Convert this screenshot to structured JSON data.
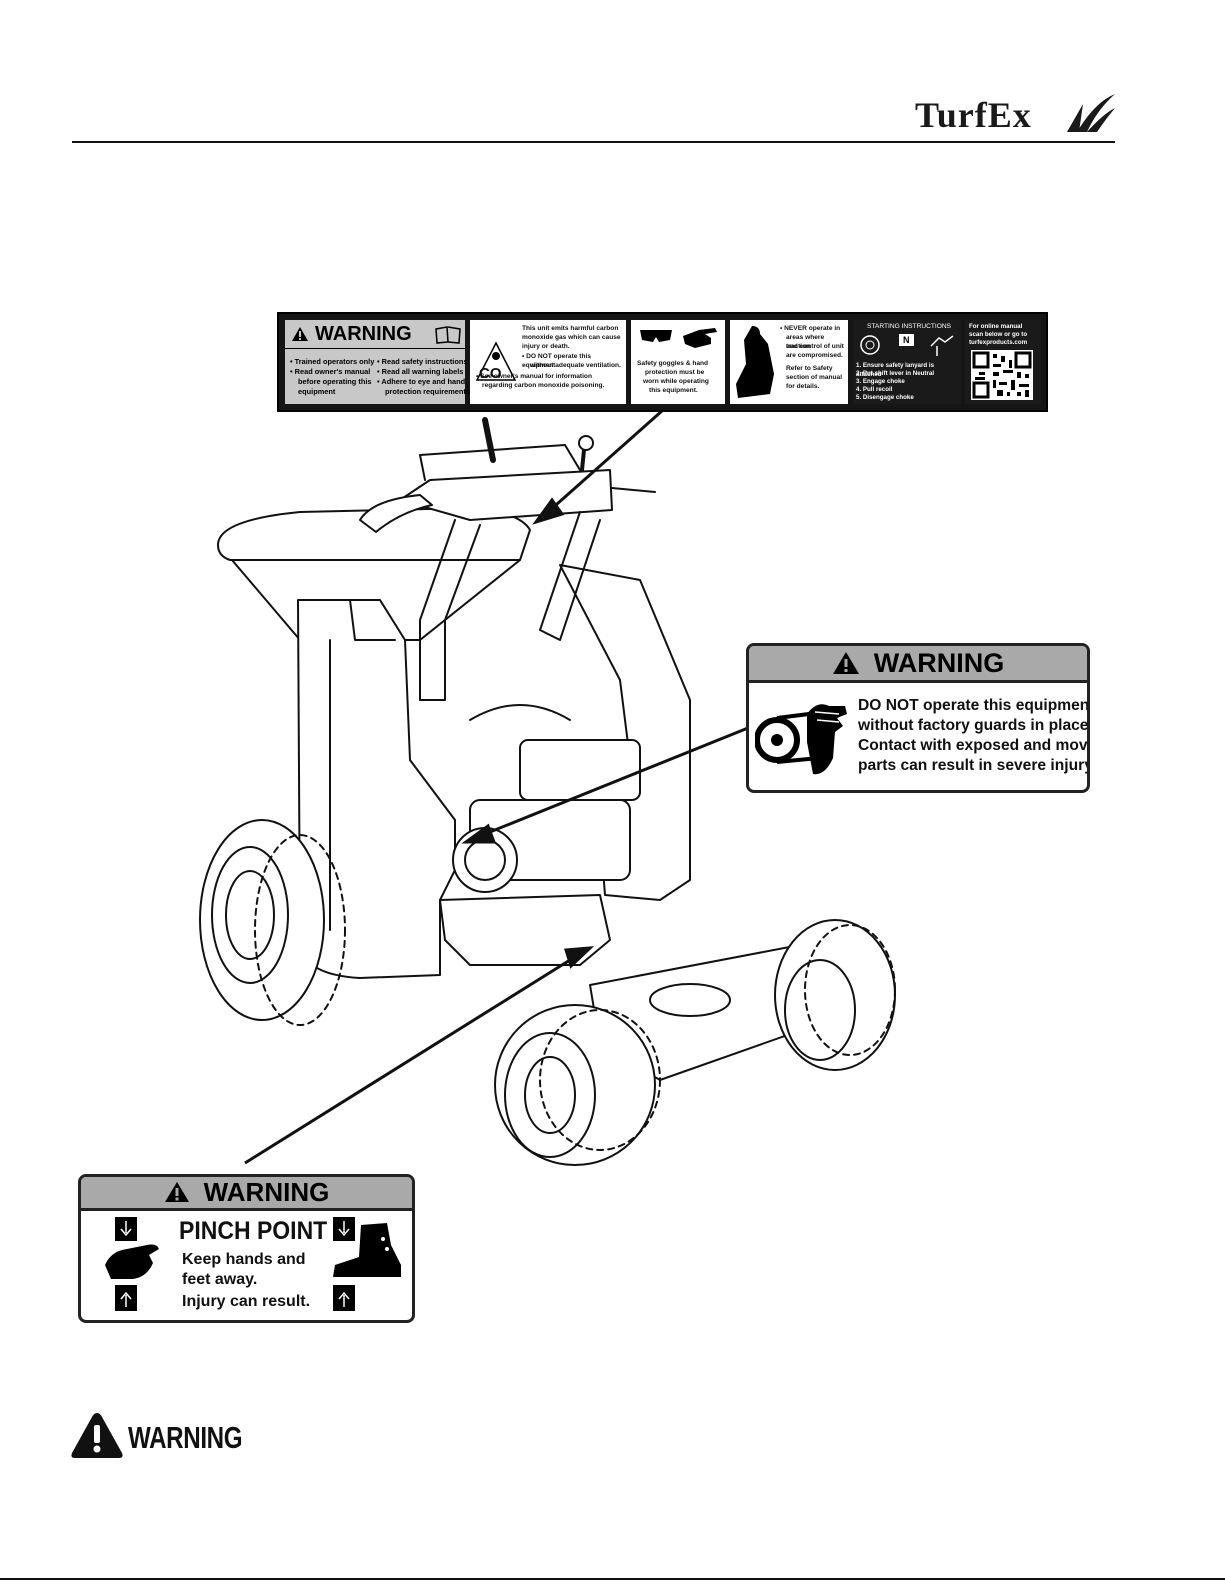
{
  "header": {
    "logo_text": "TurfEx"
  },
  "decal_top": {
    "warning_label": "WARNING",
    "panel1_col1": [
      "• Trained operators only",
      "• Read owner's manual",
      "before operating this",
      "equipment"
    ],
    "panel1_col2": [
      "• Read safety instructions",
      "• Read all warning labels",
      "• Adhere to eye and hand",
      "protection requirements"
    ],
    "co_label": "CO",
    "co_text": [
      "This unit emits harmful carbon",
      "monoxide gas which can cause",
      "injury or death.",
      "• DO NOT operate this equipment",
      "without adequate ventilation.",
      "• See owner's manual for information",
      "regarding carbon monoxide poisoning."
    ],
    "ppe_text": [
      "Safety goggles & hand",
      "protection must be",
      "worn while operating",
      "this equipment."
    ],
    "traction_text": [
      "• NEVER operate in",
      "areas where traction",
      "and control of unit",
      "are compromised.",
      "Refer to Safety",
      "section of manual",
      "for details."
    ],
    "starting_title": "STARTING INSTRUCTIONS",
    "neutral_label": "N",
    "starting_steps": [
      "1. Ensure safety lanyard is attached",
      "2. Put shift lever in Neutral",
      "3. Engage choke",
      "4. Pull recoil",
      "5. Disengage choke"
    ],
    "manual_text": [
      "For online manual",
      "scan below or go to",
      "turfexproducts.com"
    ]
  },
  "decal_guard": {
    "warning_label": "WARNING",
    "lines": [
      "DO NOT operate this equipment",
      "without factory guards in place.",
      "Contact with exposed and moving",
      "parts can result in severe injury."
    ]
  },
  "decal_pinch": {
    "warning_label": "WARNING",
    "title": "PINCH POINT",
    "lines": [
      "Keep hands and",
      "feet away.",
      "Injury can result."
    ]
  },
  "bottom_warning": {
    "label": "WARNING"
  }
}
